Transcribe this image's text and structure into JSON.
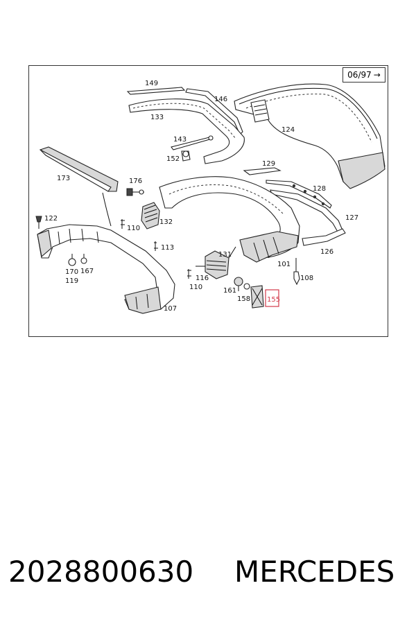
{
  "diagram": {
    "date_code": "06/97",
    "date_arrow": "→",
    "highlight_color": "#d23a4a",
    "callouts": {
      "c149": "149",
      "c146": "146",
      "c133": "133",
      "c124": "124",
      "c143": "143",
      "c152": "152",
      "c173": "173",
      "c176": "176",
      "c129": "129",
      "c128": "128",
      "c127": "127",
      "c122": "122",
      "c132": "132",
      "c110a": "110",
      "c113": "113",
      "c131": "131",
      "c126": "126",
      "c101": "101",
      "c108": "108",
      "c170": "170",
      "c167": "167",
      "c119": "119",
      "c116": "116",
      "c110b": "110",
      "c161": "161",
      "c158": "158",
      "c155": "155",
      "c107": "107"
    }
  },
  "footer": {
    "part_number": "2028800630",
    "brand": "MERCEDES"
  }
}
